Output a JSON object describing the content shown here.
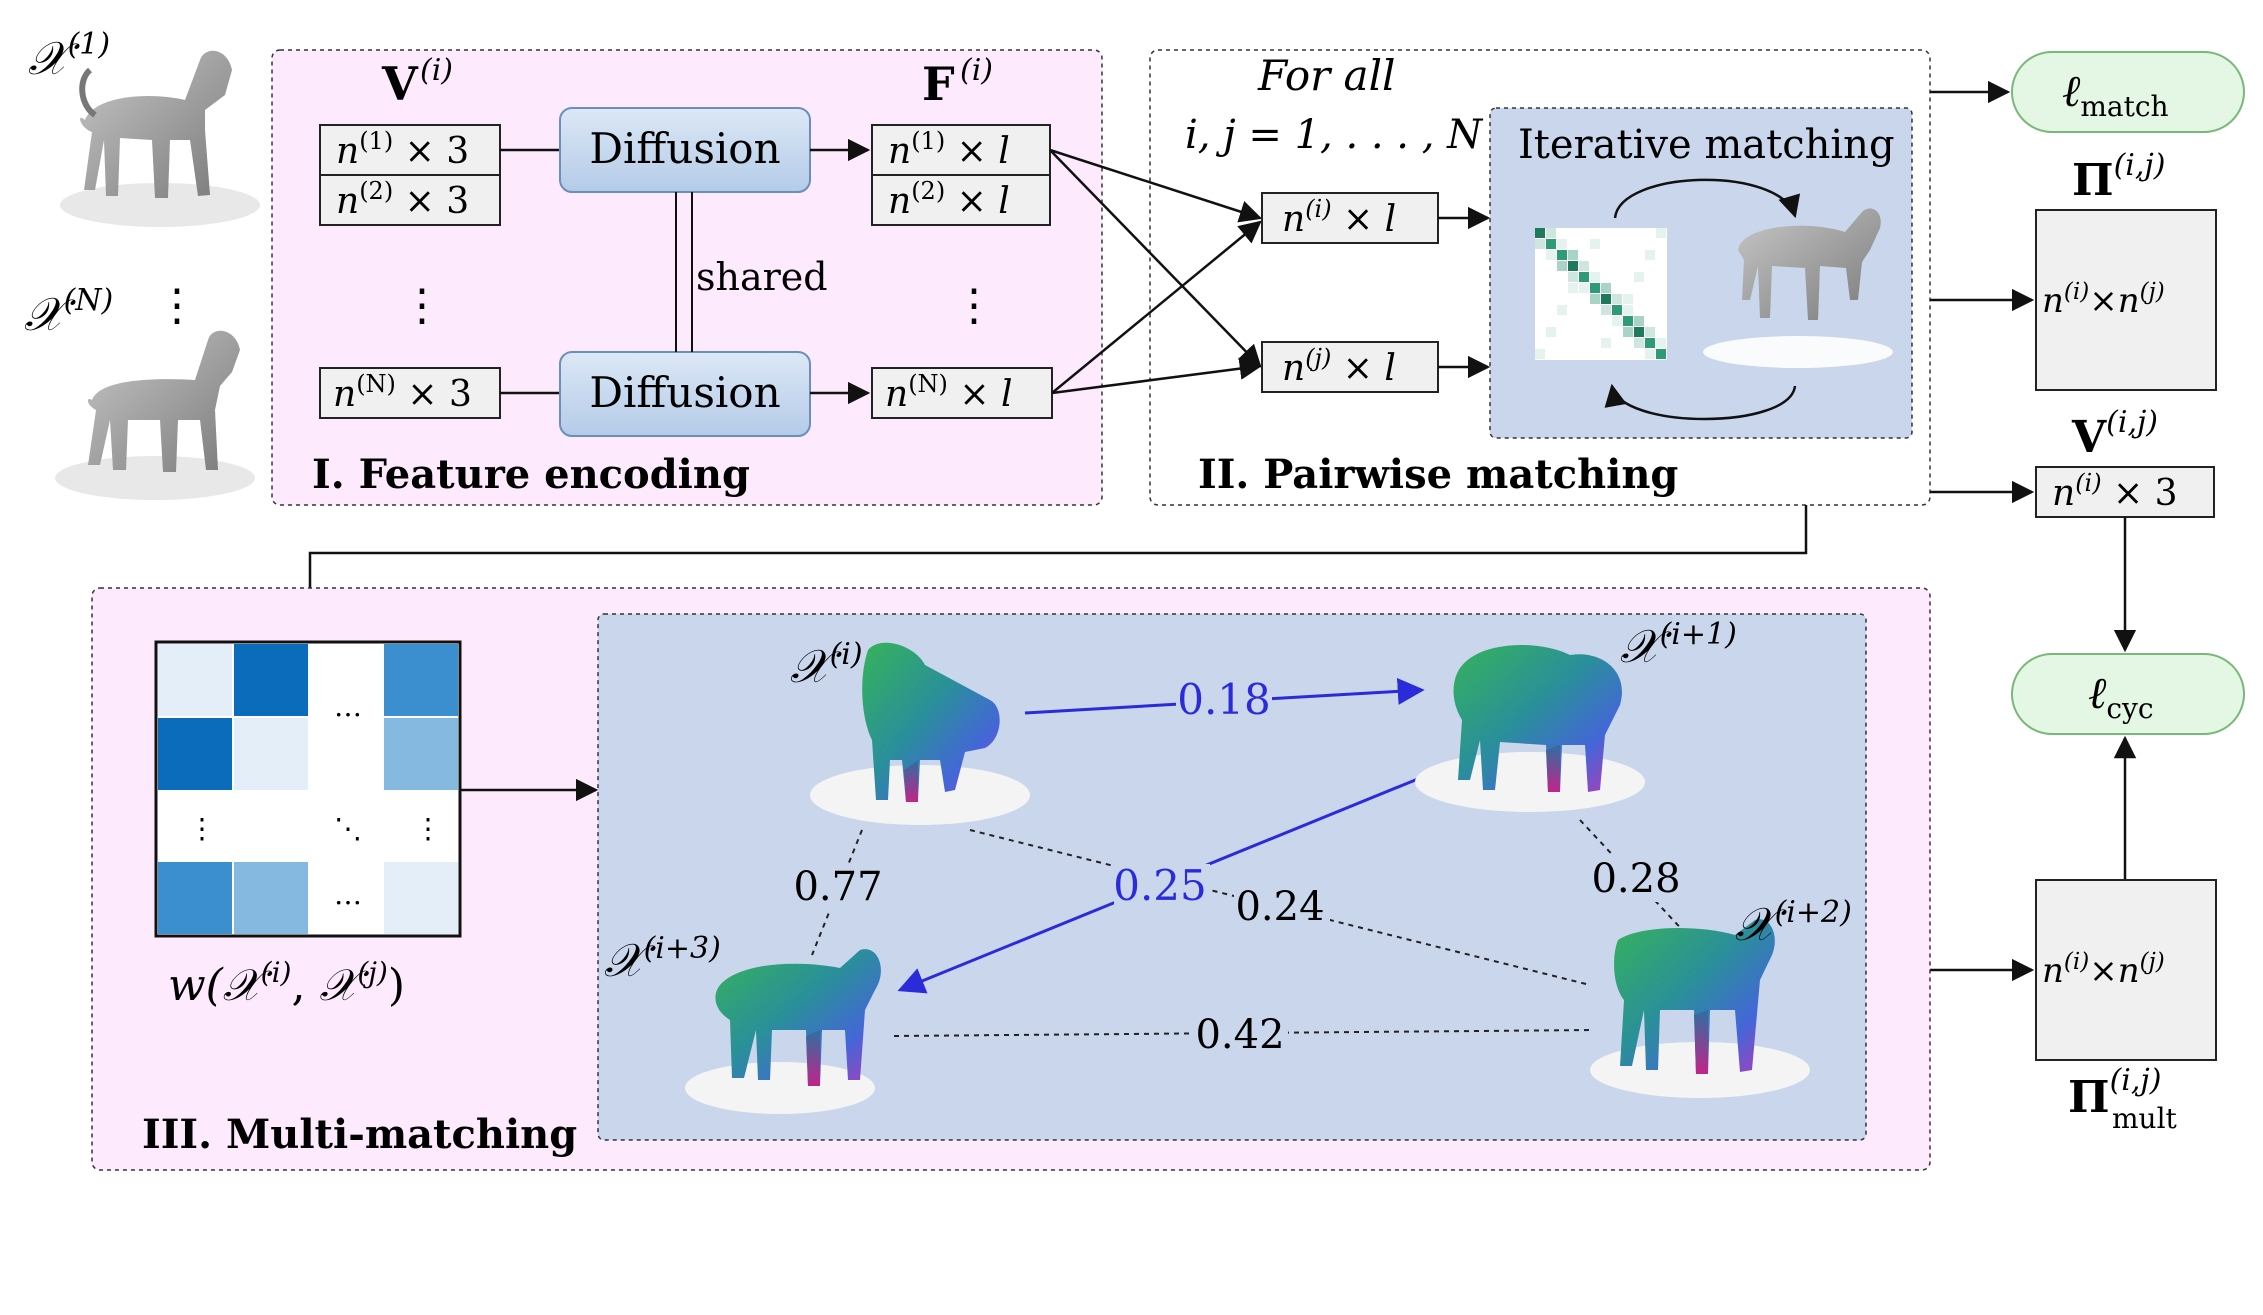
{
  "title": "",
  "colors": {
    "panel_pink": "#fdeafd",
    "panel_blue": "#c9d6ec",
    "diffusion_fill": "#c5d8ef",
    "loss_fill": "#e4f6e4",
    "loss_stroke": "#78b878",
    "blue_edge": "#2b2bd9",
    "heat_strong": "#0b6cbc",
    "heat_mid": "#3b8fcf",
    "heat_light": "#86b9e0",
    "heat_pale": "#e4eef9"
  },
  "inputs": {
    "shape_first": "𝒳",
    "shape_first_sup": "(1)",
    "shape_last": "𝒳",
    "shape_last_sup": "(N)",
    "icon_first": "horse-icon",
    "icon_last": "wolf-icon"
  },
  "feature_encoding": {
    "label": "I. Feature encoding",
    "vertices_header": "V",
    "vertices_sup": "(i)",
    "features_header": "F",
    "features_sup": "(i)",
    "diffusion_label": "Diffusion",
    "shared_label": "shared",
    "vertex_rows": [
      {
        "n": "n",
        "sup": "(1)",
        "tail": " × 3"
      },
      {
        "n": "n",
        "sup": "(2)",
        "tail": " × 3"
      },
      {
        "n": "n",
        "sup": "(N)",
        "tail": " × 3"
      }
    ],
    "feature_rows": [
      {
        "n": "n",
        "sup": "(1)",
        "tail": " × l"
      },
      {
        "n": "n",
        "sup": "(2)",
        "tail": " × l"
      },
      {
        "n": "n",
        "sup": "(N)",
        "tail": " × l"
      }
    ],
    "ellipsis": "⋮"
  },
  "pairwise_matching": {
    "label": "II. Pairwise matching",
    "for_all": "For all",
    "index_range": "i, j = 1, . . . , N",
    "iterative_label": "Iterative matching",
    "feat_i": {
      "n": "n",
      "sup": "(i)",
      "tail": " × l"
    },
    "feat_j": {
      "n": "n",
      "sup": "(j)",
      "tail": " × l"
    },
    "icon": "dog-icon"
  },
  "outputs": {
    "loss_match_base": "ℓ",
    "loss_match_sub": "match",
    "pi_label": "Π",
    "pi_sup": "(i,j)",
    "pi_box": {
      "a": "n",
      "a_sup": "(i)",
      "mid": "×",
      "b": "n",
      "b_sup": "(j)"
    },
    "v_label": "V",
    "v_sup": "(i,j)",
    "v_box": {
      "n": "n",
      "sup": "(i)",
      "tail": " × 3"
    },
    "loss_cyc_base": "ℓ",
    "loss_cyc_sub": "cyc",
    "pi_mult_label": "Π",
    "pi_mult_sup": "(i,j)",
    "pi_mult_sub": "mult",
    "pi_mult_box": {
      "a": "n",
      "a_sup": "(i)",
      "mid": "×",
      "b": "n",
      "b_sup": "(j)"
    }
  },
  "multi_matching": {
    "label": "III. Multi-matching",
    "weight_label_pre": "w(",
    "weight_label_a": "𝒳",
    "weight_label_a_sup": "(i)",
    "weight_label_mid": ", ",
    "weight_label_b": "𝒳",
    "weight_label_b_sup": "(j)",
    "weight_label_post": ")",
    "matrix_ellipsis_h": "…",
    "matrix_ellipsis_v": "⋮",
    "matrix_ellipsis_d": "⋱",
    "shapes": [
      {
        "sym": "𝒳",
        "sup": "(i)",
        "icon": "leopard-icon"
      },
      {
        "sym": "𝒳",
        "sup": "(i+1)",
        "icon": "lion-icon"
      },
      {
        "sym": "𝒳",
        "sup": "(i+2)",
        "icon": "cow-icon"
      },
      {
        "sym": "𝒳",
        "sup": "(i+3)",
        "icon": "hippo-icon"
      }
    ],
    "edges": [
      {
        "label": "0.18",
        "style": "blue"
      },
      {
        "label": "0.25",
        "style": "blue"
      },
      {
        "label": "0.24",
        "style": "dashed"
      },
      {
        "label": "0.77",
        "style": "dashed"
      },
      {
        "label": "0.28",
        "style": "dashed"
      },
      {
        "label": "0.42",
        "style": "dashed"
      }
    ]
  }
}
